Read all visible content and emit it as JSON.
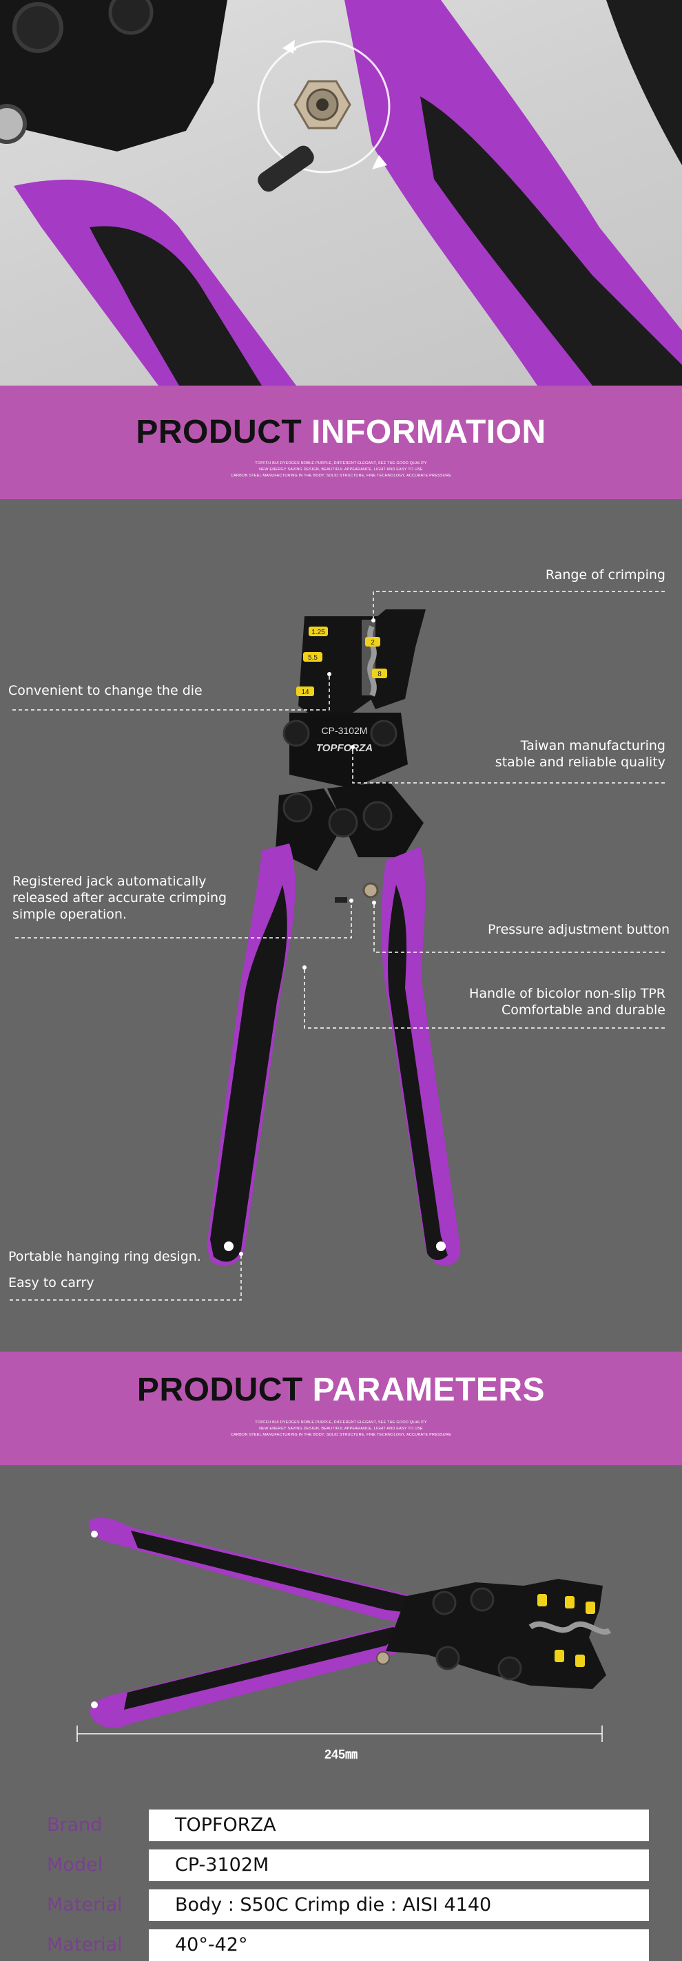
{
  "banner1": {
    "title_part1": "PRODUCT",
    "title_part2": "INFORMATION",
    "sub_line1": "TOPFFU BUI DYEDGES NOBLE PURPLE, DIFFERENT ELEGANT, SEE THE GOOD QUALITY",
    "sub_line2": "NEW ENERGY SAVING DESIGN, BEAUTIFUL APPEARANCE, LIGHT AND EASY TO USE",
    "sub_line3": "CARBON STEEL MANUFACTURING IN THE BODY, SOLID STRUCTURE, FINE TECHNOLOGY, ACCURATE PRESSURE"
  },
  "tool": {
    "model_mark": "CP-3102M",
    "brand_mark": "TOPFORZA",
    "die_labels": [
      "1.25",
      "5.5",
      "14",
      "2",
      "8"
    ]
  },
  "callouts": {
    "range": "Range of crimping",
    "die": "Convenient to change the die",
    "taiwan_line1": "Taiwan manufacturing",
    "taiwan_line2": "stable and reliable quality",
    "jack_line1": "Registered jack automatically",
    "jack_line2": "released after accurate crimping",
    "jack_line3": "simple operation.",
    "pressure": "Pressure adjustment button",
    "handle_line1": "Handle of bicolor non-slip TPR",
    "handle_line2": "Comfortable and durable",
    "ring_line1": "Portable hanging ring design.",
    "ring_line2": "Easy to carry"
  },
  "banner2": {
    "title_part1": "PRODUCT",
    "title_part2": "PARAMETERS",
    "sub_line1": "TOPFFU BUI DYEDGES NOBLE PURPLE, DIFFERENT ELEGANT, SEE THE GOOD QUALITY",
    "sub_line2": "NEW ENERGY SAVING DESIGN, BEAUTIFUL APPEARANCE, LIGHT AND EASY TO USE",
    "sub_line3": "CARBON STEEL MANUFACTURING IN THE BODY, SOLID STRUCTURE, FINE TECHNOLOGY, ACCURATE PRESSURE"
  },
  "params": {
    "length": "245㎜"
  },
  "spec": [
    {
      "key": "Brand",
      "value": "TOPFORZA"
    },
    {
      "key": "Model",
      "value": "CP-3102M"
    },
    {
      "key": "Material",
      "value": "Body : S50C   Crimp die  : AISI 4140"
    },
    {
      "key": "Material",
      "value": "40°-42°"
    }
  ],
  "colors": {
    "purple_banner": "#b857b0",
    "handle_purple": "#a53ac4",
    "handle_black": "#1a1a1a",
    "background_gray": "#666666",
    "spec_key": "#7b3f92"
  }
}
